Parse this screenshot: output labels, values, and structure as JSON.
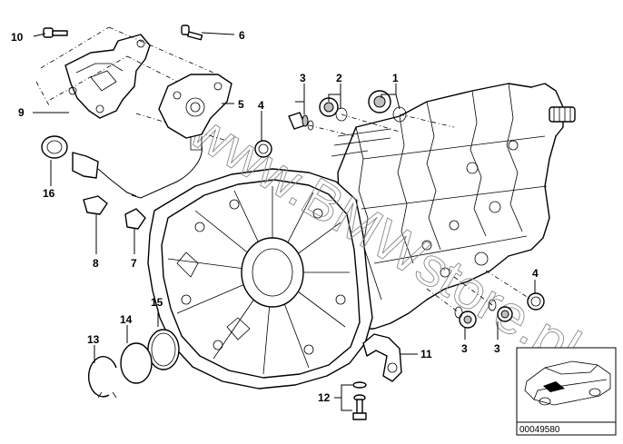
{
  "watermark": "www.BMWstore.pl",
  "diagram_code": "00049580",
  "callouts": [
    {
      "id": "label-10",
      "text": "10"
    },
    {
      "id": "label-6",
      "text": "6"
    },
    {
      "id": "label-9",
      "text": "9"
    },
    {
      "id": "label-5",
      "text": "5"
    },
    {
      "id": "label-3a",
      "text": "3"
    },
    {
      "id": "label-2",
      "text": "2"
    },
    {
      "id": "label-1",
      "text": "1"
    },
    {
      "id": "label-4a",
      "text": "4"
    },
    {
      "id": "label-16",
      "text": "16"
    },
    {
      "id": "label-8",
      "text": "8"
    },
    {
      "id": "label-7",
      "text": "7"
    },
    {
      "id": "label-4b",
      "text": "4"
    },
    {
      "id": "label-15",
      "text": "15"
    },
    {
      "id": "label-14",
      "text": "14"
    },
    {
      "id": "label-13",
      "text": "13"
    },
    {
      "id": "label-3b",
      "text": "3"
    },
    {
      "id": "label-3c",
      "text": "3"
    },
    {
      "id": "label-11",
      "text": "11"
    },
    {
      "id": "label-12",
      "text": "12"
    }
  ]
}
